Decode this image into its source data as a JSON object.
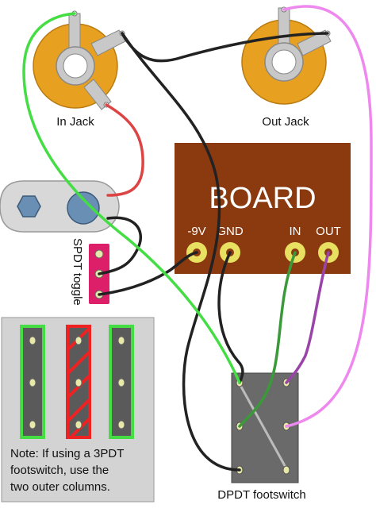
{
  "labels": {
    "in_jack": "In Jack",
    "out_jack": "Out Jack",
    "board": "BOARD",
    "pad_neg9v": "-9V",
    "pad_gnd": "GND",
    "pad_in": "IN",
    "pad_out": "OUT",
    "spdt_toggle": "SPDT toggle",
    "dpdt_footswitch": "DPDT footswitch"
  },
  "note": {
    "line1": "Note: If using a 3PDT",
    "line2": "footswitch, use the",
    "line3": "two outer columns."
  },
  "colors": {
    "jack_body": "#e8a020",
    "board": "#8b3a10",
    "pad": "#e8e060",
    "wire_green": "#44dd44",
    "wire_red": "#dd4444",
    "wire_black": "#222222",
    "wire_dark_green": "#3a9a3a",
    "wire_purple": "#9a44aa",
    "wire_pink": "#ee88ee",
    "toggle": "#dd1f6a",
    "footswitch": "#6a6a6a",
    "highlight_green": "#44dd44",
    "highlight_red": "#ee2222"
  }
}
